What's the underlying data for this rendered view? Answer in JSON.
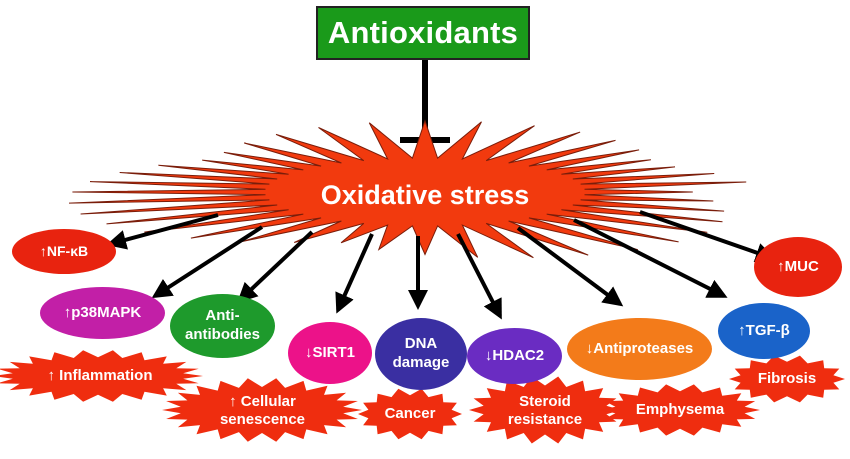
{
  "title": "Antioxidants",
  "center": "Oxidative stress",
  "colors": {
    "title_bg": "#1a9a1a",
    "burst": "#f23a0e",
    "red": "#e8230f",
    "magenta": "#c21fa7",
    "green": "#1e9a2c",
    "pink": "#ec1289",
    "indigo": "#3a2fa2",
    "purple": "#6a2cc2",
    "orange": "#f37b1a",
    "blue": "#1a63c9"
  },
  "markers": [
    "inhibition-bar",
    "arrow"
  ],
  "nodes": {
    "nfkb": "↑NF-κB",
    "p38": "↑p38MAPK",
    "antibodies": "Anti-\nantibodies",
    "sirt1": "↓SIRT1",
    "dna": "DNA\ndamage",
    "hdac2": "↓HDAC2",
    "antiproteases": "↓Antiproteases",
    "tgfb": "↑TGF-β",
    "muc": "↑MUC"
  },
  "outcomes": {
    "inflammation": "↑ Inflammation",
    "senescence": "↑ Cellular\nsenescence",
    "cancer": "Cancer",
    "steroid": "Steroid\nresistance",
    "emphysema": "Emphysema",
    "fibrosis": "Fibrosis"
  }
}
